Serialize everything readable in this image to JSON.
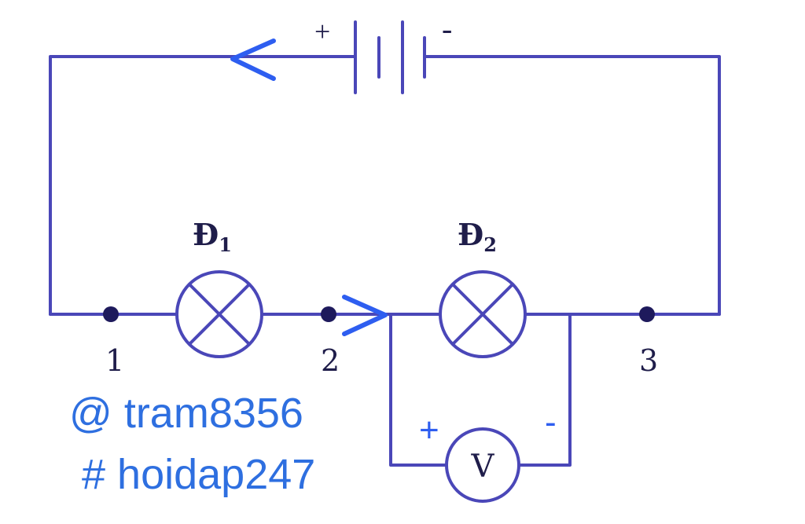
{
  "battery": {
    "positive_sign": "+",
    "negative_sign": "-"
  },
  "lamps": [
    {
      "label_main": "Đ",
      "label_sub": "1"
    },
    {
      "label_main": "Đ",
      "label_sub": "2"
    }
  ],
  "nodes": [
    "1",
    "2",
    "3"
  ],
  "voltmeter": {
    "symbol": "V",
    "positive_sign": "+",
    "negative_sign": "-"
  },
  "watermark": {
    "line1": "@ tram8356",
    "line2": "# hoidap247"
  },
  "colors": {
    "wire": "#4a47b8",
    "arrows": "#2e5ef0",
    "watermark": "#2e6fe0"
  }
}
